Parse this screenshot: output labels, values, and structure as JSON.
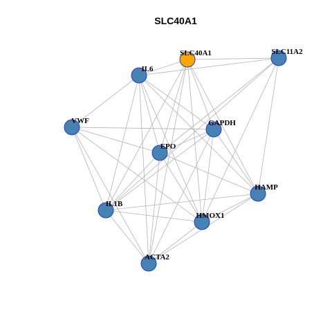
{
  "graph": {
    "title": "SLC40A1",
    "colors": {
      "hub": "#ffa500",
      "node": "#4682b4",
      "node_border": "#1f3fbf",
      "edge": "#b3b3b3"
    },
    "nodes": [
      {
        "id": "SLC40A1",
        "label": "SLC40A1",
        "hub": true
      },
      {
        "id": "SLC11A2",
        "label": "SLC11A2",
        "hub": false
      },
      {
        "id": "IL6",
        "label": "IL6",
        "hub": false
      },
      {
        "id": "VWF",
        "label": "VWF",
        "hub": false
      },
      {
        "id": "GAPDH",
        "label": "GAPDH",
        "hub": false
      },
      {
        "id": "EPO",
        "label": "EPO",
        "hub": false
      },
      {
        "id": "HAMP",
        "label": "HAMP",
        "hub": false
      },
      {
        "id": "IL1B",
        "label": "IL1B",
        "hub": false
      },
      {
        "id": "HMOX1",
        "label": "HMOX1",
        "hub": false
      },
      {
        "id": "ACTA2",
        "label": "ACTA2",
        "hub": false
      }
    ],
    "edges": [
      [
        "SLC40A1",
        "SLC11A2"
      ],
      [
        "SLC40A1",
        "IL6"
      ],
      [
        "SLC40A1",
        "GAPDH"
      ],
      [
        "SLC40A1",
        "EPO"
      ],
      [
        "SLC40A1",
        "HAMP"
      ],
      [
        "SLC40A1",
        "IL1B"
      ],
      [
        "SLC40A1",
        "HMOX1"
      ],
      [
        "SLC40A1",
        "ACTA2"
      ],
      [
        "SLC11A2",
        "IL6"
      ],
      [
        "SLC11A2",
        "EPO"
      ],
      [
        "SLC11A2",
        "HAMP"
      ],
      [
        "SLC11A2",
        "HMOX1"
      ],
      [
        "SLC11A2",
        "IL1B"
      ],
      [
        "IL6",
        "VWF"
      ],
      [
        "IL6",
        "GAPDH"
      ],
      [
        "IL6",
        "EPO"
      ],
      [
        "IL6",
        "HAMP"
      ],
      [
        "IL6",
        "IL1B"
      ],
      [
        "IL6",
        "HMOX1"
      ],
      [
        "IL6",
        "ACTA2"
      ],
      [
        "VWF",
        "GAPDH"
      ],
      [
        "VWF",
        "EPO"
      ],
      [
        "VWF",
        "IL1B"
      ],
      [
        "VWF",
        "HMOX1"
      ],
      [
        "VWF",
        "ACTA2"
      ],
      [
        "GAPDH",
        "EPO"
      ],
      [
        "GAPDH",
        "HAMP"
      ],
      [
        "GAPDH",
        "IL1B"
      ],
      [
        "GAPDH",
        "HMOX1"
      ],
      [
        "GAPDH",
        "ACTA2"
      ],
      [
        "EPO",
        "HAMP"
      ],
      [
        "EPO",
        "IL1B"
      ],
      [
        "EPO",
        "HMOX1"
      ],
      [
        "EPO",
        "ACTA2"
      ],
      [
        "HAMP",
        "IL1B"
      ],
      [
        "HAMP",
        "HMOX1"
      ],
      [
        "HAMP",
        "ACTA2"
      ],
      [
        "IL1B",
        "HMOX1"
      ],
      [
        "IL1B",
        "ACTA2"
      ],
      [
        "HMOX1",
        "ACTA2"
      ]
    ]
  }
}
